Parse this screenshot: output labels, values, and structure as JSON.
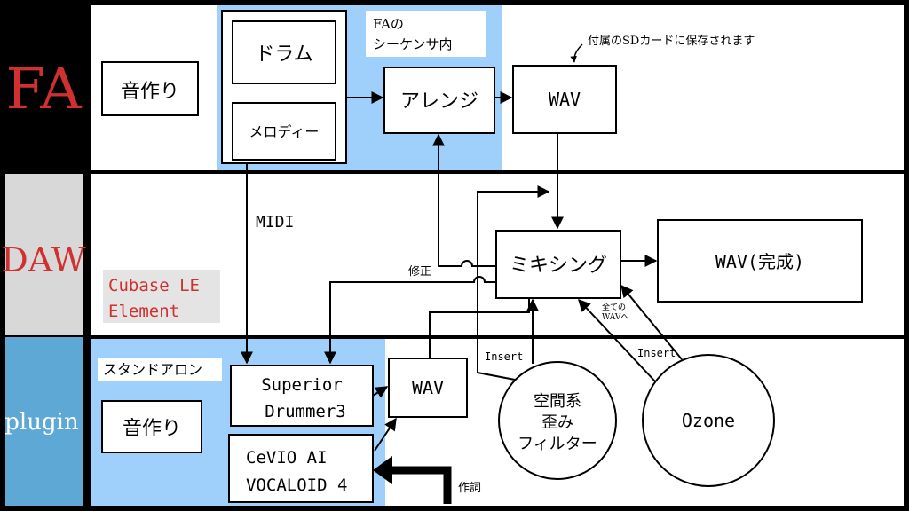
{
  "rows": {
    "fa": "FA",
    "daw": "DAW",
    "plugin": "plugin"
  },
  "colors": {
    "fa_label": "#d03030",
    "daw_label": "#d03030",
    "plugin_label": "#ffffff",
    "plugin_band": "#5ea8d6",
    "daw_band": "#d8d8d8",
    "highlight": "#9fd0fb",
    "cubase_text": "#d03030"
  },
  "fa": {
    "sound_make": "音作り",
    "drum": "ドラム",
    "melody": "メロディー",
    "sequencer_label_line1": "FAの",
    "sequencer_label_line2": "シーケンサ内",
    "arrange": "アレンジ",
    "wav": "WAV",
    "sd_note": "付属のSDカードに保存されます"
  },
  "daw": {
    "midi": "MIDI",
    "cubase_line1": "Cubase LE",
    "cubase_line2": "Element",
    "mixing": "ミキシング",
    "final_wav": "WAV(完成)",
    "fix": "修正",
    "all_wav_line1": "全ての",
    "all_wav_line2": "WAVへ"
  },
  "plugin": {
    "standalone": "スタンドアロン",
    "sound_make": "音作り",
    "superior_line1": "Superior",
    "superior_line2": "Drummer3",
    "cevio_line1": "CeVIO AI",
    "cevio_line2": "VOCALOID 4",
    "wav": "WAV",
    "insert_left": "Insert",
    "insert_right": "Insert",
    "fx_line1": "空間系",
    "fx_line2": "歪み",
    "fx_line3": "フィルター",
    "ozone": "Ozone",
    "lyrics": "作詞"
  }
}
